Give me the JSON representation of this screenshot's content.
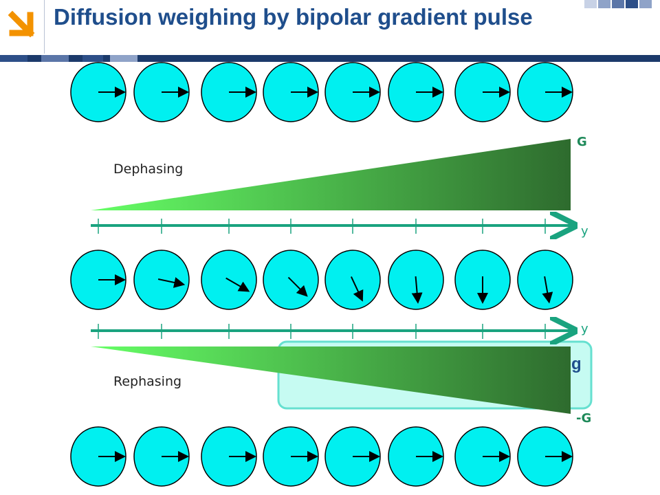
{
  "slide": {
    "title": "Diffusion weighing by bipolar gradient pulse",
    "dephasing_label": "Dephasing",
    "rephasing_label": "Rephasing",
    "gradient_positive_label": "G",
    "gradient_negative_label": "-G",
    "axis_label_top": "y",
    "axis_label_bottom": "y",
    "partially_hidden_text": "g"
  },
  "colors": {
    "title": "#1f4e8c",
    "header_bar": "#1c3a6b",
    "spin_fill": "#00f0f0",
    "axis": "#1aa37f",
    "gradient_light": "#66ff66",
    "gradient_dark": "#2e6b2e",
    "overlay_box_fill": "#c6fbf2",
    "overlay_box_stroke": "#66e0d0",
    "logo_orange": "#f39200"
  },
  "spins": {
    "row_initial_angles_deg": [
      0,
      0,
      0,
      0,
      0,
      0,
      0,
      0
    ],
    "row_dephased_angles_deg": [
      0,
      12,
      30,
      45,
      65,
      85,
      90,
      80
    ],
    "row_rephased_angles_deg": [
      0,
      0,
      0,
      0,
      0,
      0,
      0,
      0
    ]
  },
  "icons": {
    "logo": "arrow-down-right-icon"
  }
}
